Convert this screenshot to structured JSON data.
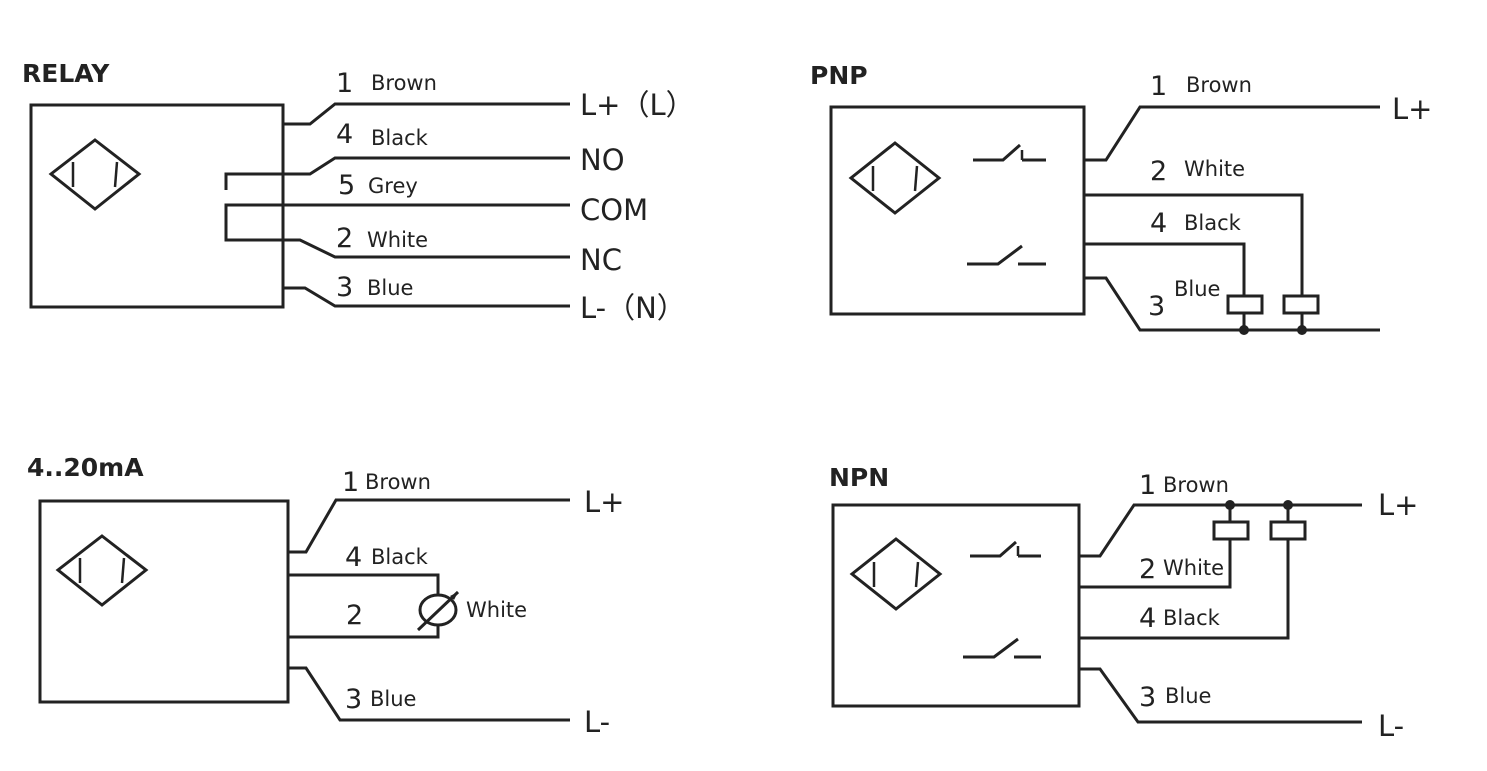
{
  "colors": {
    "ink": "#222222",
    "background": "#ffffff"
  },
  "relay": {
    "title": "RELAY",
    "wires": [
      {
        "num": "1",
        "color": "Brown",
        "terminal": "L+（L）"
      },
      {
        "num": "4",
        "color": "Black",
        "terminal": "NO"
      },
      {
        "num": "5",
        "color": "Grey",
        "terminal": "COM"
      },
      {
        "num": "2",
        "color": "White",
        "terminal": "NC"
      },
      {
        "num": "3",
        "color": "Blue",
        "terminal": "L-（N）"
      }
    ]
  },
  "pnp": {
    "title": "PNP",
    "wires": [
      {
        "num": "1",
        "color": "Brown",
        "terminal": "L+"
      },
      {
        "num": "2",
        "color": "White"
      },
      {
        "num": "4",
        "color": "Black"
      },
      {
        "num": "3",
        "color": "Blue"
      }
    ]
  },
  "current": {
    "title": "4..20mA",
    "wires": [
      {
        "num": "1",
        "color": "Brown",
        "terminal": "L+"
      },
      {
        "num": "4",
        "color": "Black"
      },
      {
        "num": "2",
        "color": "White"
      },
      {
        "num": "3",
        "color": "Blue",
        "terminal": "L-"
      }
    ]
  },
  "npn": {
    "title": "NPN",
    "wires": [
      {
        "num": "1",
        "color": "Brown",
        "terminal": "L+"
      },
      {
        "num": "2",
        "color": "White"
      },
      {
        "num": "4",
        "color": "Black"
      },
      {
        "num": "3",
        "color": "Blue",
        "terminal": "L-"
      }
    ]
  }
}
